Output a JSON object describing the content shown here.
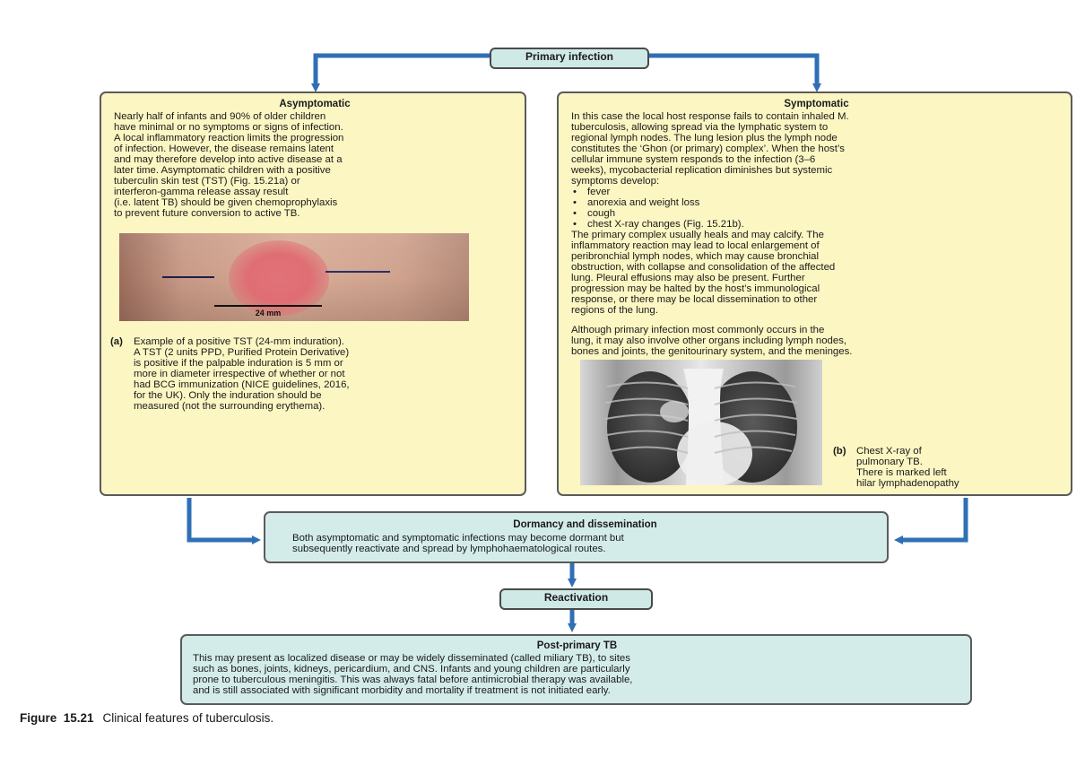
{
  "colors": {
    "arrow": "#2f6fb6",
    "box_yellow": "#fcf6c3",
    "box_teal": "#d3ecea",
    "border": "#5b5b5b"
  },
  "primary": {
    "label": "Primary infection"
  },
  "asymptomatic": {
    "title": "Asymptomatic",
    "lines": [
      "Nearly half of infants and 90% of older children",
      "have minimal or no symptoms or signs of infection.",
      "A local inflammatory reaction limits the progression",
      "of infection. However, the disease remains latent",
      "and may therefore develop into active disease at a",
      "later time.  Asymptomatic children with a positive",
      "tuberculin skin test (TST) (Fig. 15.21a) or",
      "interferon-gamma release assay result",
      "(i.e. latent TB) should be given chemoprophylaxis",
      "to prevent future conversion to active TB."
    ],
    "photo_scale": "24 mm",
    "caption_label": "(a)",
    "caption_lines": [
      "Example of a positive TST (24-mm induration).",
      "A TST (2 units PPD, Purified Protein Derivative)",
      "is positive if the palpable induration is 5 mm or",
      "more in diameter irrespective of whether or not",
      "had BCG immunization (NICE guidelines, 2016,",
      "for the UK). Only the induration should be",
      "measured (not the surrounding erythema)."
    ]
  },
  "symptomatic": {
    "title": "Symptomatic",
    "intro_lines": [
      "In this case the local host response fails to contain inhaled M.",
      "tuberculosis, allowing spread via the lymphatic system to",
      "regional lymph nodes. The lung lesion plus the lymph node",
      "constitutes the ‘Ghon (or primary) complex’. When the host’s",
      "cellular immune system responds to the infection (3–6",
      "weeks), mycobacterial replication diminishes but systemic",
      "symptoms develop:"
    ],
    "bullets": [
      "fever",
      "anorexia and weight loss",
      "cough",
      "chest X-ray changes (Fig. 15.21b)."
    ],
    "after_lines": [
      "The primary complex usually heals and may calcify. The",
      "inflammatory reaction may lead to local enlargement of",
      "peribronchial lymph nodes, which may cause bronchial",
      "obstruction, with collapse and consolidation of the affected",
      "lung. Pleural effusions may also be present. Further",
      "progression may be halted by the host’s immunological",
      "response, or there may be local dissemination to other",
      "regions of the lung."
    ],
    "para2_lines": [
      "Although primary infection most commonly occurs in the",
      "lung, it may also involve other organs including lymph nodes,",
      "bones and joints, the genitourinary system, and the meninges."
    ],
    "caption_label": "(b)",
    "caption_lines": [
      "Chest X-ray of",
      "pulmonary TB.",
      "There is marked left",
      "hilar lymphadenopathy"
    ]
  },
  "dormancy": {
    "title": "Dormancy and dissemination",
    "lines": [
      "Both asymptomatic and symptomatic infections may become dormant but",
      "subsequently reactivate and spread by lymphohaematological routes."
    ]
  },
  "reactivation": {
    "label": "Reactivation"
  },
  "post_primary": {
    "title": "Post-primary TB",
    "lines": [
      "This may present as localized disease or may be widely disseminated (called miliary TB), to sites",
      "such as bones, joints, kidneys, pericardium, and CNS. Infants and young children are particularly",
      "prone to tuberculous meningitis. This was always fatal before antimicrobial therapy was available,",
      "and is still associated with significant morbidity and mortality if treatment is not initiated early."
    ]
  },
  "figure": {
    "label": "Figure  15.21",
    "caption": "Clinical features of tuberculosis."
  }
}
